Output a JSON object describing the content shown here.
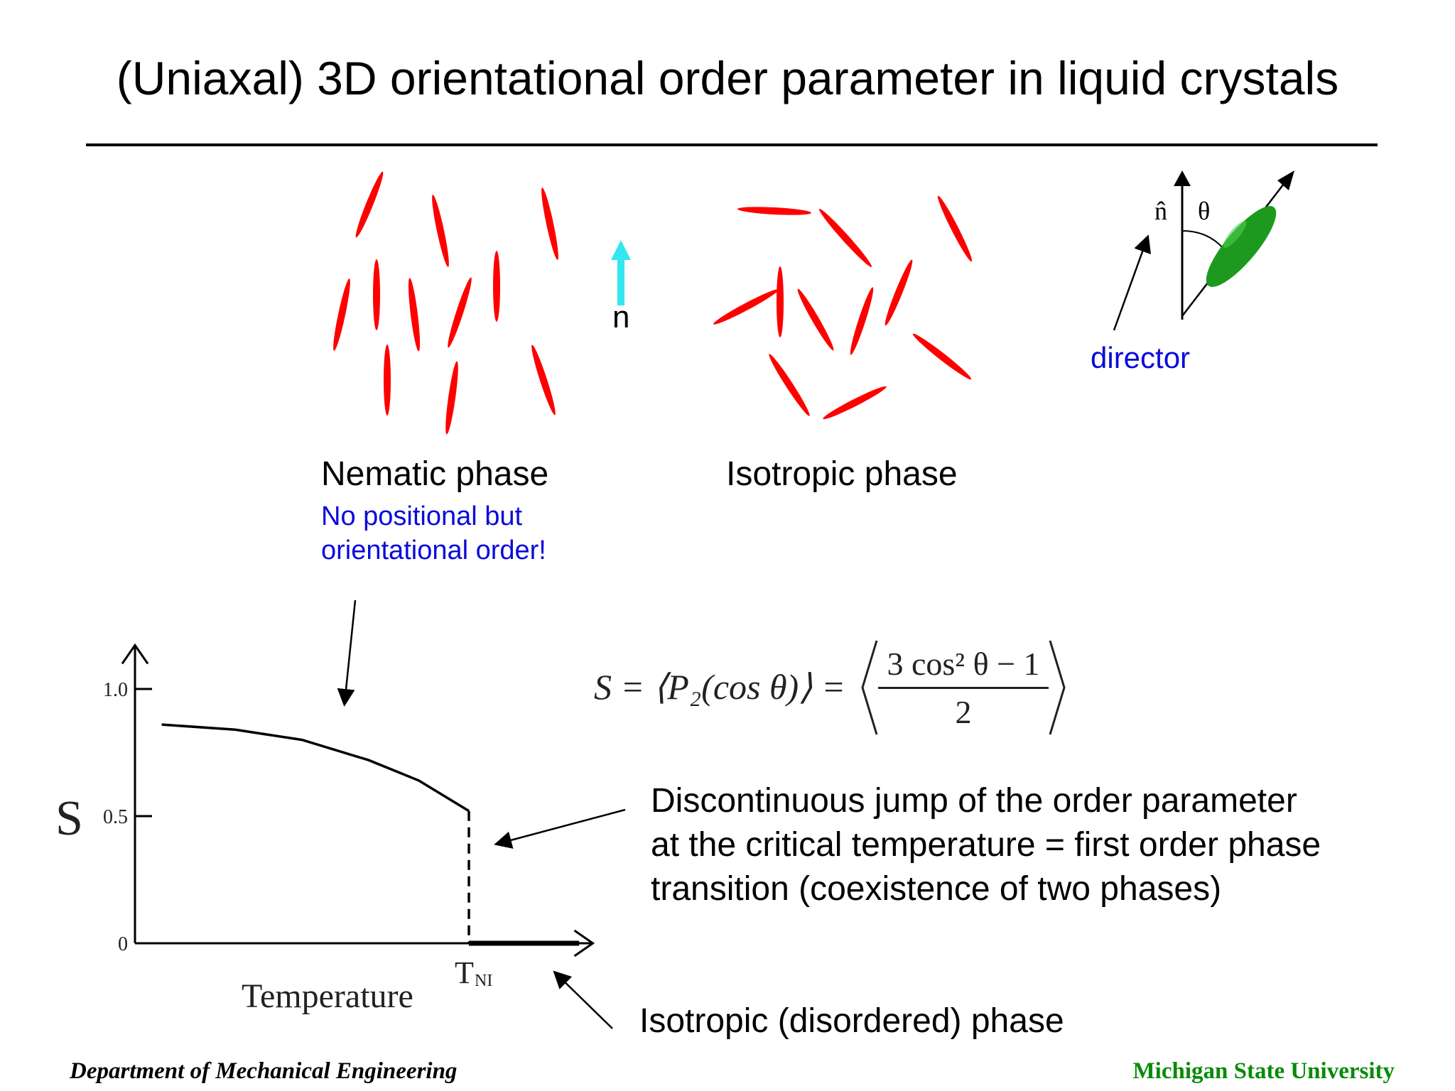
{
  "slide": {
    "title": "(Uniaxal) 3D orientational order parameter in liquid crystals"
  },
  "illustration": {
    "nematic_label": "Nematic phase",
    "nematic_note_line1": "No positional but",
    "nematic_note_line2": "orientational order!",
    "isotropic_label": "Isotropic phase",
    "n_label": "n",
    "director_label": "director",
    "director_symbol": "n̂",
    "theta_symbol": "θ",
    "colors": {
      "molecule": "#ff0000",
      "arrow_n": "#33e6f0",
      "director_text": "#0a0adc",
      "ellipsoid": "#1d9a1d"
    }
  },
  "formula": {
    "lhs": "S = ⟨P₂(cos θ)⟩ =",
    "numerator": "3 cos² θ − 1",
    "denominator": "2"
  },
  "annotations": {
    "discontinuous_line1": "Discontinuous jump of the order parameter",
    "discontinuous_line2": "at the critical temperature = first order phase",
    "discontinuous_line3": "transition (coexistence of two phases)",
    "isotropic_disordered": "Isotropic (disordered) phase"
  },
  "footer": {
    "left": "Department of Mechanical Engineering",
    "right": "Michigan State University"
  },
  "chart_data": {
    "type": "line",
    "ylabel": "S",
    "xlabel": "Temperature",
    "y_ticks": [
      "1.0",
      "0.5",
      "0"
    ],
    "y_tick_values": [
      1.0,
      0.5,
      0
    ],
    "x_tick_label": "T",
    "x_tick_label_sub": "NI",
    "ylim": [
      0,
      1.2
    ],
    "xlim": [
      0,
      1.35
    ],
    "series": [
      {
        "style": "solid",
        "x": [
          0.08,
          0.3,
          0.5,
          0.7,
          0.85,
          1.0
        ],
        "y": [
          0.86,
          0.84,
          0.8,
          0.72,
          0.64,
          0.52
        ]
      },
      {
        "style": "dashed",
        "x": [
          1.0,
          1.0
        ],
        "y": [
          0.52,
          0
        ]
      },
      {
        "style": "thick",
        "x": [
          1.0,
          1.33
        ],
        "y": [
          0,
          0
        ]
      }
    ]
  }
}
